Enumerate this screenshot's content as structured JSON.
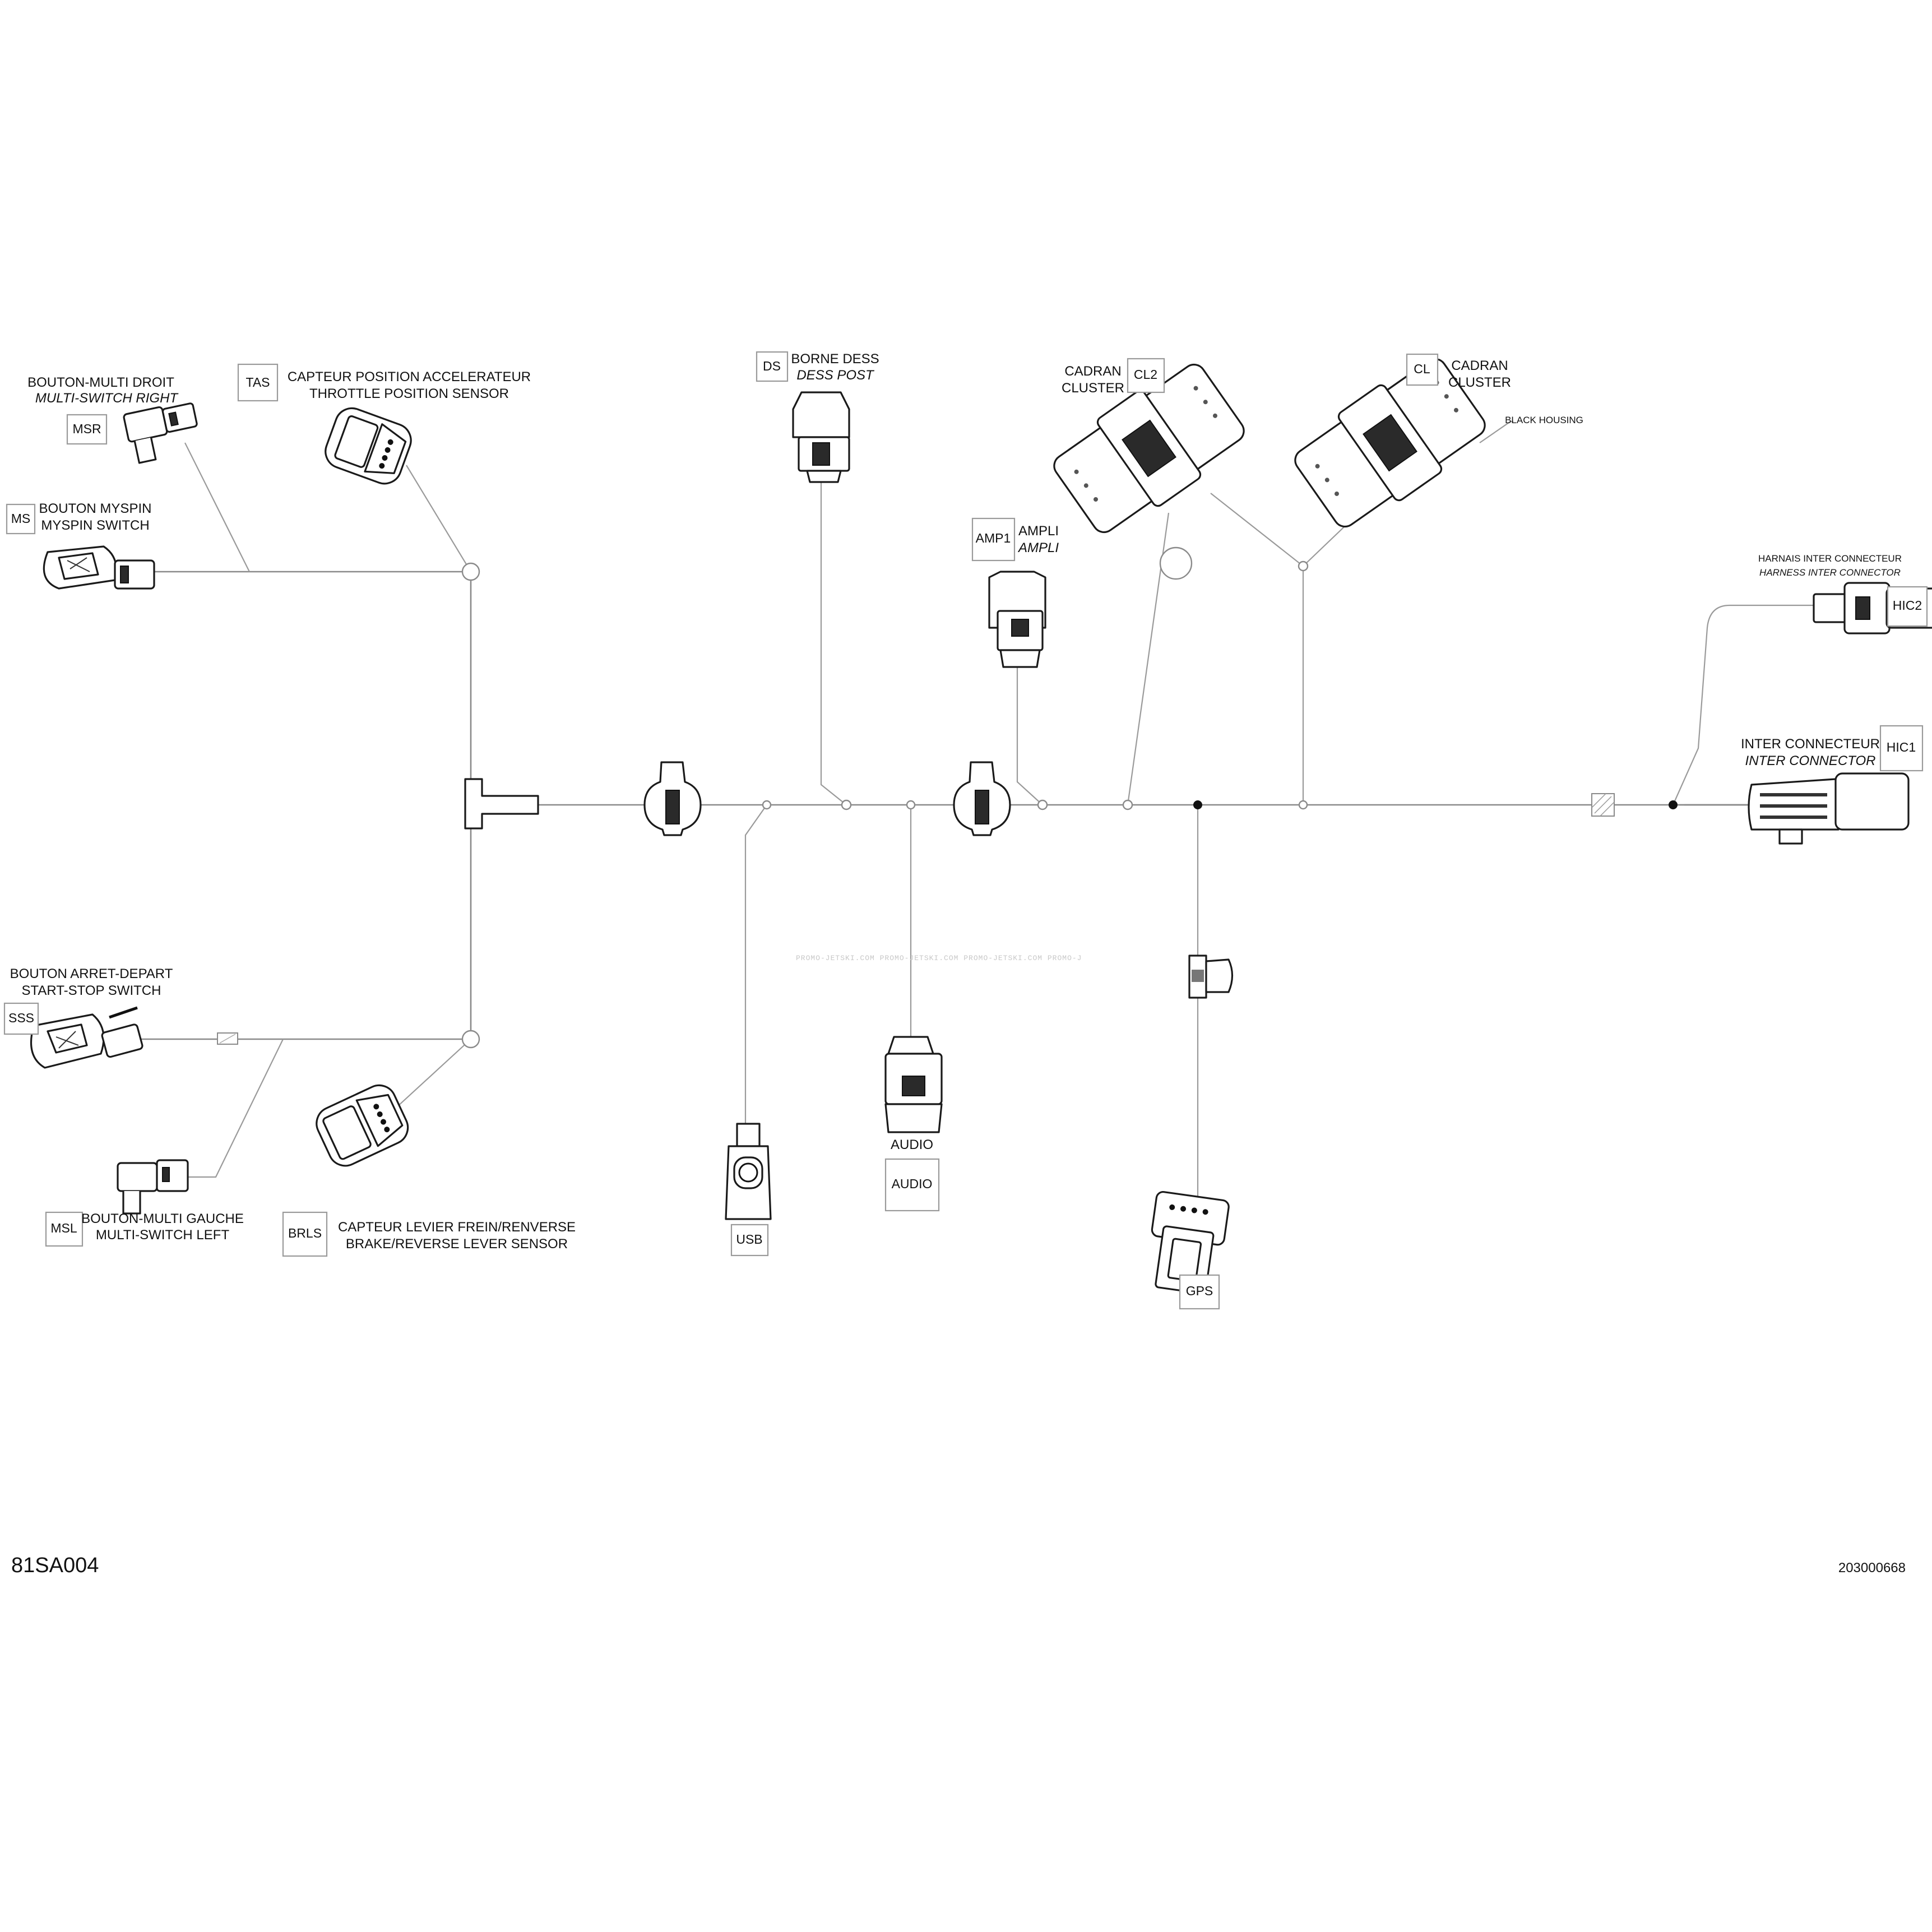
{
  "drawing_number": "81SA004",
  "part_number": "203000668",
  "watermark": "PROMO-JETSKI.COM  PROMO-JETSKI.COM  PROMO-JETSKI.COM  PROMO-J",
  "connectors": {
    "msr": {
      "code": "MSR",
      "fr": "BOUTON-MULTI DROIT",
      "en": "MULTI-SWITCH RIGHT"
    },
    "tas": {
      "code": "TAS",
      "fr": "CAPTEUR POSITION ACCELERATEUR",
      "en": "THROTTLE POSITION SENSOR"
    },
    "ms": {
      "code": "MS",
      "fr": "BOUTON MYSPIN",
      "en": "MYSPIN SWITCH"
    },
    "ds": {
      "code": "DS",
      "fr": "BORNE DESS",
      "en": "DESS POST"
    },
    "cl2": {
      "code": "CL2",
      "fr": "CADRAN",
      "en": "CLUSTER"
    },
    "cl": {
      "code": "CL",
      "fr": "CADRAN",
      "en": "CLUSTER",
      "note": "BLACK HOUSING"
    },
    "amp1": {
      "code": "AMP1",
      "fr": "AMPLI",
      "en": "AMPLI"
    },
    "hic2": {
      "code": "HIC2",
      "fr": "HARNAIS INTER CONNECTEUR",
      "en": "HARNESS INTER CONNECTOR"
    },
    "hic1": {
      "code": "HIC1",
      "fr": "INTER CONNECTEUR",
      "en": "INTER CONNECTOR"
    },
    "sss": {
      "code": "SSS",
      "fr": "BOUTON ARRET-DEPART",
      "en": "START-STOP SWITCH"
    },
    "msl": {
      "code": "MSL",
      "fr": "BOUTON-MULTI GAUCHE",
      "en": "MULTI-SWITCH LEFT"
    },
    "brls": {
      "code": "BRLS",
      "fr": "CAPTEUR LEVIER FREIN/RENVERSE",
      "en": "BRAKE/REVERSE LEVER SENSOR"
    },
    "usb": {
      "code": "USB"
    },
    "audio": {
      "code": "AUDIO",
      "label": "AUDIO"
    },
    "gps": {
      "code": "GPS"
    }
  }
}
